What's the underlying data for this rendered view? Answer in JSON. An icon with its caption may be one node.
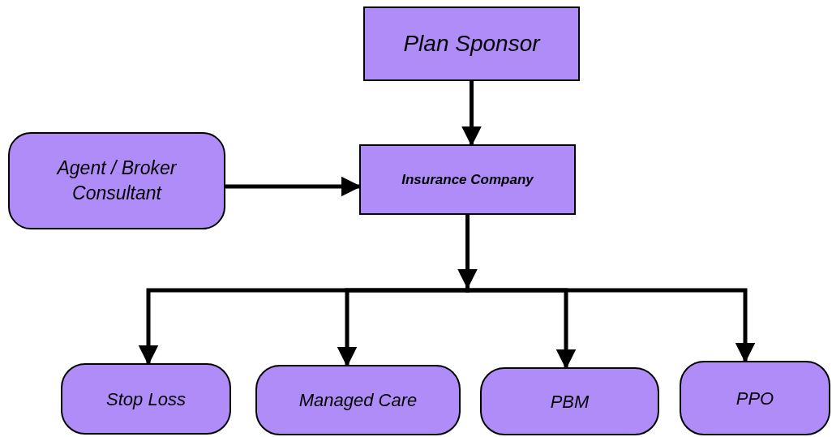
{
  "diagram": {
    "nodes": [
      {
        "text": [
          "Plan Sponsor"
        ]
      },
      {
        "text": [
          "Agent / Broker Consultant"
        ]
      },
      {
        "text": [
          "Insurance Company"
        ]
      },
      {
        "text": [
          "Stop Loss"
        ]
      },
      {
        "text": [
          "Managed Care"
        ]
      },
      {
        "text": [
          "PBM"
        ]
      },
      {
        "text": [
          "PPO"
        ]
      }
    ],
    "edges": [
      {
        "from": 0,
        "to": 2,
        "arrow": "to"
      },
      {
        "from": 1,
        "to": 2,
        "arrow": "to"
      },
      {
        "from": 2,
        "to": 3,
        "arrow": "to"
      },
      {
        "from": 2,
        "to": 4,
        "arrow": "to"
      },
      {
        "from": 2,
        "to": 5,
        "arrow": "to"
      },
      {
        "from": 2,
        "to": 6,
        "arrow": "to"
      }
    ]
  }
}
